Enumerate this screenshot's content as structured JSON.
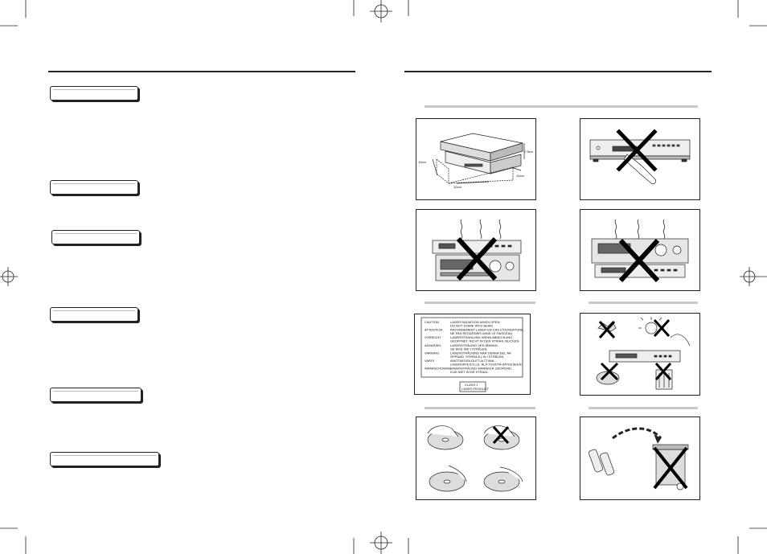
{
  "page": {
    "left_header_rule": "",
    "right_header_rule": ""
  },
  "tabs": [
    {
      "id": "tab-1",
      "label": ""
    },
    {
      "id": "tab-2",
      "label": ""
    },
    {
      "id": "tab-3",
      "label": ""
    },
    {
      "id": "tab-4",
      "label": ""
    },
    {
      "id": "tab-5",
      "label": ""
    },
    {
      "id": "tab-6",
      "label": ""
    }
  ],
  "illustrations": {
    "placement": {
      "dim_left": "10cm",
      "dim_right": "10cm",
      "dim_top": "7.5cm",
      "dim_bottom": "10cm"
    },
    "laser_label": {
      "rows": [
        {
          "lang": "CAUTION",
          "text1": "LASER RADIATION WHEN OPEN",
          "text2": "DO NOT STARE INTO BEAM"
        },
        {
          "lang": "ATTENTION",
          "text1": "RAYONNEMENT LASER EN CAS D'OUVERTURE,",
          "text2": "NE PAS REGARDER DANS LE FAISCEAU."
        },
        {
          "lang": "VORSICHT",
          "text1": "LASERSTRAHLUNG WENN ABDECKUNG",
          "text2": "GEÖFFNET, NICHT IN DEN STRAHL BLICKEN."
        },
        {
          "lang": "ADVARSEL",
          "text1": "LASERSTRÅLING VED ÅBNING,",
          "text2": "SE IKKE IND I STRÅLEN."
        },
        {
          "lang": "VARNING",
          "text1": "LASERSTRÅLNING NÄR DENNA DEL ÄR",
          "text2": "ÖPPNAD, STIRRA EJ IN I STRÅLEN."
        },
        {
          "lang": "VARO!",
          "text1": "AVATTAESSA OLET ALTTIINA",
          "text2": "LASERSÄTEILYLLE. ÄLÄ TUIJOTA SÄTEESEEN."
        },
        {
          "lang": "WAARSCHUWING",
          "text1": "LASERSTRALING WANNEER GEOPEND,",
          "text2": "KIJK NIET IN DE STRAAL."
        }
      ],
      "class_label_line1": "CLASS 1",
      "class_label_line2": "LASER PRODUCT"
    }
  }
}
